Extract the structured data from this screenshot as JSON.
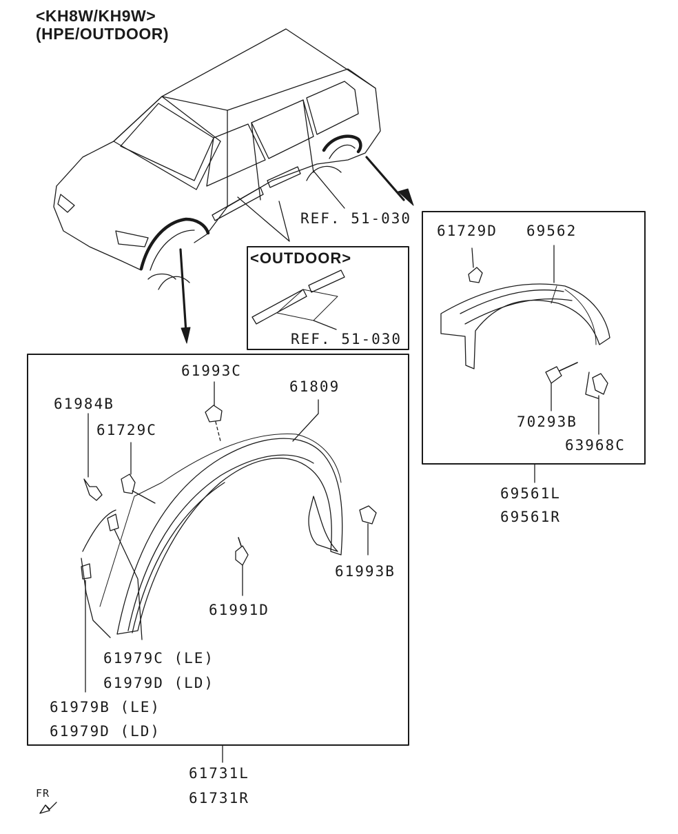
{
  "header": {
    "line1": "<KH8W/KH9W>",
    "line2": "(HPE/OUTDOOR)"
  },
  "outdoor_box": {
    "title": "<OUTDOOR>",
    "ref": "REF. 51-030"
  },
  "vehicle": {
    "ref": "REF. 51-030"
  },
  "rear_box": {
    "parts": {
      "p1": "61729D",
      "p2": "69562",
      "p3": "70293B",
      "p4": "63968C"
    },
    "assembly": [
      "69561L",
      "69561R"
    ]
  },
  "front_box": {
    "parts": {
      "p1": "61993C",
      "p2": "61809",
      "p3": "61984B",
      "p4": "61729C",
      "p5": "61993B",
      "p6": "61991D",
      "p7": "61979C (LE)",
      "p8": "61979D (LD)",
      "p9": "61979B (LE)",
      "p10": "61979D (LD)"
    },
    "assembly": [
      "61731L",
      "61731R"
    ]
  },
  "orientation": {
    "label": "FR"
  }
}
